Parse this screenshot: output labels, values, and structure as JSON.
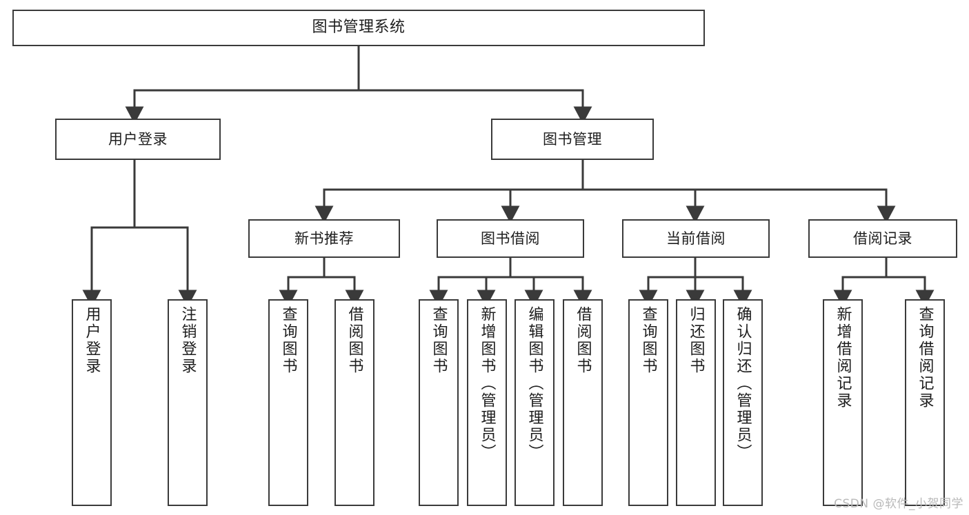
{
  "diagram": {
    "title": "图书管理系统",
    "type": "tree-hierarchy-chart",
    "line_color": "#3a3a3a",
    "box_fill": "#ffffff",
    "background": "#ffffff",
    "watermark": "CSDN @软件_小贺同学",
    "nodes": {
      "root": {
        "label": "图书管理系统"
      },
      "level2": [
        {
          "id": "user-login",
          "label": "用户登录"
        },
        {
          "id": "book-manage",
          "label": "图书管理"
        }
      ],
      "level3": [
        {
          "id": "new-book-recommend",
          "label": "新书推荐"
        },
        {
          "id": "book-borrow",
          "label": "图书借阅"
        },
        {
          "id": "current-borrow",
          "label": "当前借阅"
        },
        {
          "id": "borrow-record",
          "label": "借阅记录"
        }
      ],
      "leaves": {
        "user-login": [
          {
            "id": "leaf-user-login",
            "label": "用户登录"
          },
          {
            "id": "leaf-logout",
            "label": "注销登录"
          }
        ],
        "new-book-recommend": [
          {
            "id": "leaf-query-book-1",
            "label": "查询图书"
          },
          {
            "id": "leaf-borrow-book-1",
            "label": "借阅图书"
          }
        ],
        "book-borrow": [
          {
            "id": "leaf-query-book-2",
            "label": "查询图书"
          },
          {
            "id": "leaf-add-book",
            "label": "新增图书（管理员）"
          },
          {
            "id": "leaf-edit-book",
            "label": "编辑图书（管理员）"
          },
          {
            "id": "leaf-borrow-book-2",
            "label": "借阅图书"
          }
        ],
        "current-borrow": [
          {
            "id": "leaf-query-book-3",
            "label": "查询图书"
          },
          {
            "id": "leaf-return-book",
            "label": "归还图书"
          },
          {
            "id": "leaf-confirm-return",
            "label": "确认归还（管理员）"
          }
        ],
        "borrow-record": [
          {
            "id": "leaf-add-record",
            "label": "新增借阅记录"
          },
          {
            "id": "leaf-query-record",
            "label": "查询借阅记录"
          }
        ]
      }
    }
  }
}
